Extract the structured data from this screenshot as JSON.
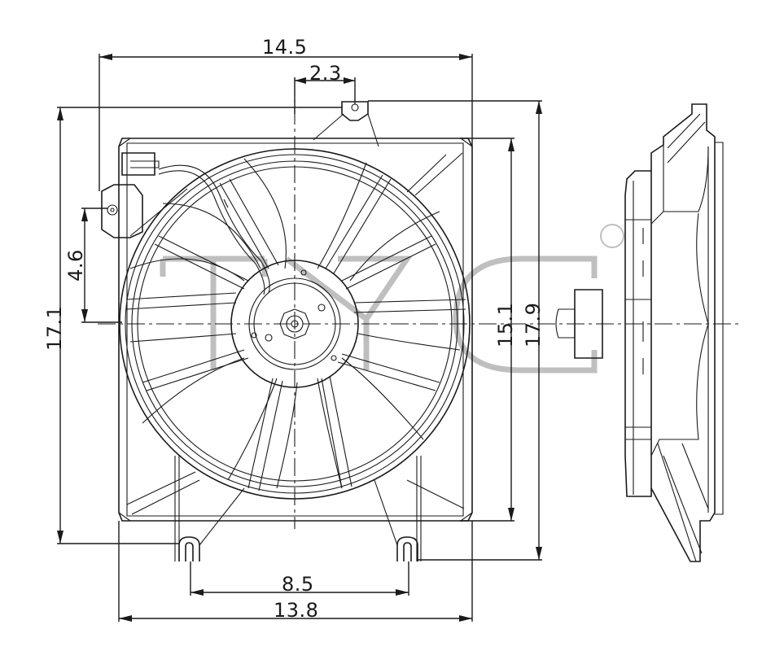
{
  "drawing": {
    "subject": "Radiator cooling fan assembly",
    "views": [
      "front-view",
      "side-view"
    ],
    "watermark": "TYC",
    "line_color": "#1a1a1a",
    "watermark_color": "#8a8a8a",
    "background": "#ffffff"
  },
  "dimensions": {
    "overall_width_top": "14.5",
    "hub_offset": "2.3",
    "overall_height_left": "17.1",
    "connector_height": "4.6",
    "shroud_height": "15.1",
    "overall_height_right": "17.9",
    "mount_tab_spacing": "8.5",
    "shroud_width_bottom": "13.8"
  }
}
